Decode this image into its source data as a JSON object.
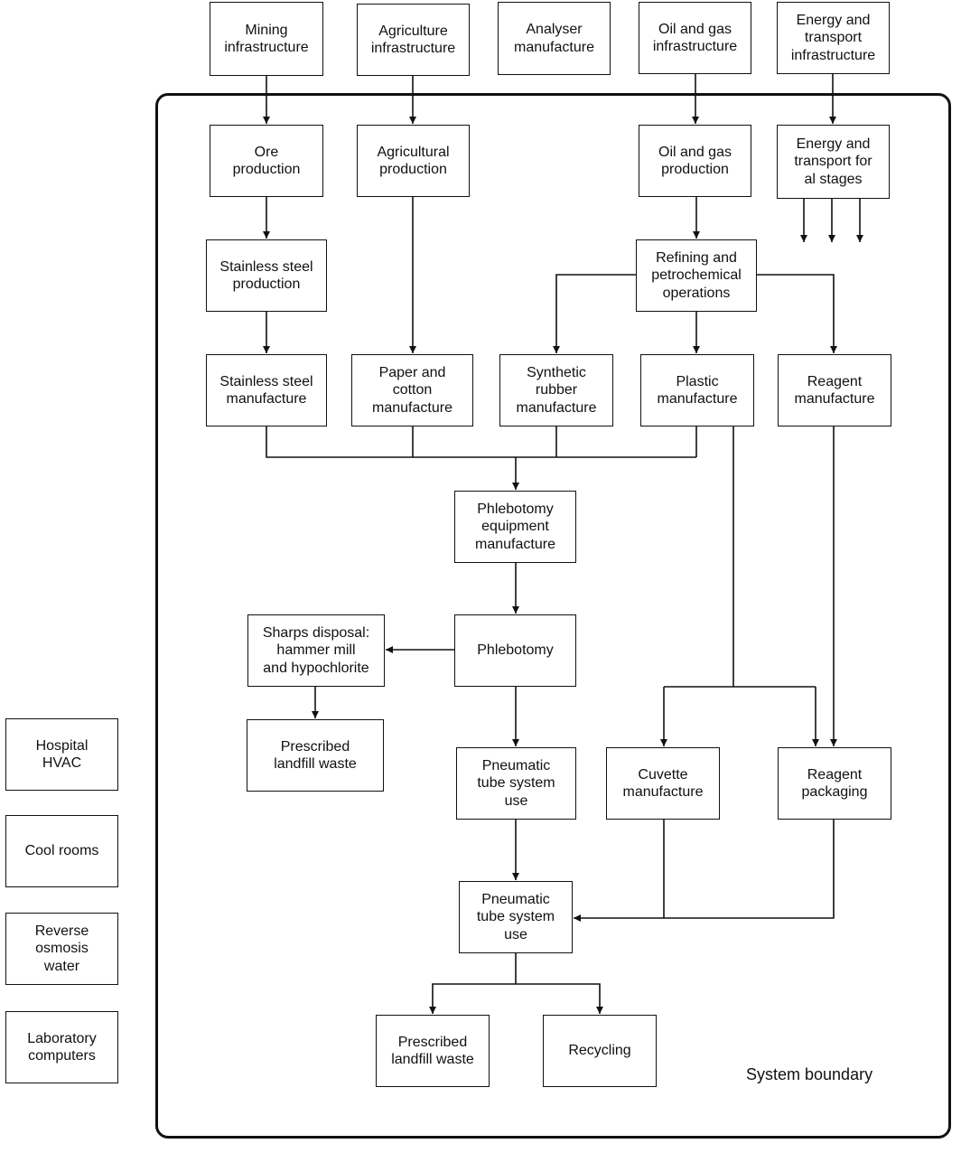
{
  "system_boundary_label": "System boundary",
  "nodes": [
    {
      "id": "mining-infra",
      "text": "Mining\ninfrastructure"
    },
    {
      "id": "agri-infra",
      "text": "Agriculture\ninfrastructure"
    },
    {
      "id": "analyser-manufacture",
      "text": "Analyser\nmanufacture"
    },
    {
      "id": "oil-gas-infra",
      "text": "Oil and gas\ninfrastructure"
    },
    {
      "id": "energy-transport-infra",
      "text": "Energy and\ntransport\ninfrastructure"
    },
    {
      "id": "ore-production",
      "text": "Ore\nproduction"
    },
    {
      "id": "agricultural-production",
      "text": "Agricultural\nproduction"
    },
    {
      "id": "oil-gas-production",
      "text": "Oil and gas\nproduction"
    },
    {
      "id": "energy-transport-stages",
      "text": "Energy and\ntransport for\nal stages"
    },
    {
      "id": "stainless-steel-production",
      "text": "Stainless steel\nproduction"
    },
    {
      "id": "refining-petrochemical",
      "text": "Refining and\npetrochemical\noperations"
    },
    {
      "id": "stainless-steel-manufacture",
      "text": "Stainless steel\nmanufacture"
    },
    {
      "id": "paper-cotton-manufacture",
      "text": "Paper and\ncotton\nmanufacture"
    },
    {
      "id": "synthetic-rubber-manufacture",
      "text": "Synthetic\nrubber\nmanufacture"
    },
    {
      "id": "plastic-manufacture",
      "text": "Plastic\nmanufacture"
    },
    {
      "id": "reagent-manufacture",
      "text": "Reagent\nmanufacture"
    },
    {
      "id": "phlebotomy-equipment-manufacture",
      "text": "Phlebotomy\nequipment\nmanufacture"
    },
    {
      "id": "phlebotomy",
      "text": "Phlebotomy"
    },
    {
      "id": "sharps-disposal",
      "text": "Sharps disposal:\nhammer mill\nand hypochlorite"
    },
    {
      "id": "prescribed-landfill-waste-1",
      "text": "Prescribed\nlandfill waste"
    },
    {
      "id": "pneumatic-tube-use-1",
      "text": "Pneumatic\ntube system\nuse"
    },
    {
      "id": "cuvette-manufacture",
      "text": "Cuvette\nmanufacture"
    },
    {
      "id": "reagent-packaging",
      "text": "Reagent\npackaging"
    },
    {
      "id": "pneumatic-tube-use-2",
      "text": "Pneumatic\ntube system\nuse"
    },
    {
      "id": "prescribed-landfill-waste-2",
      "text": "Prescribed\nlandfill waste"
    },
    {
      "id": "recycling",
      "text": "Recycling"
    },
    {
      "id": "hospital-hvac",
      "text": "Hospital\nHVAC"
    },
    {
      "id": "cool-rooms",
      "text": "Cool rooms"
    },
    {
      "id": "reverse-osmosis-water",
      "text": "Reverse\nosmosis\nwater"
    },
    {
      "id": "laboratory-computers",
      "text": "Laboratory\ncomputers"
    }
  ]
}
